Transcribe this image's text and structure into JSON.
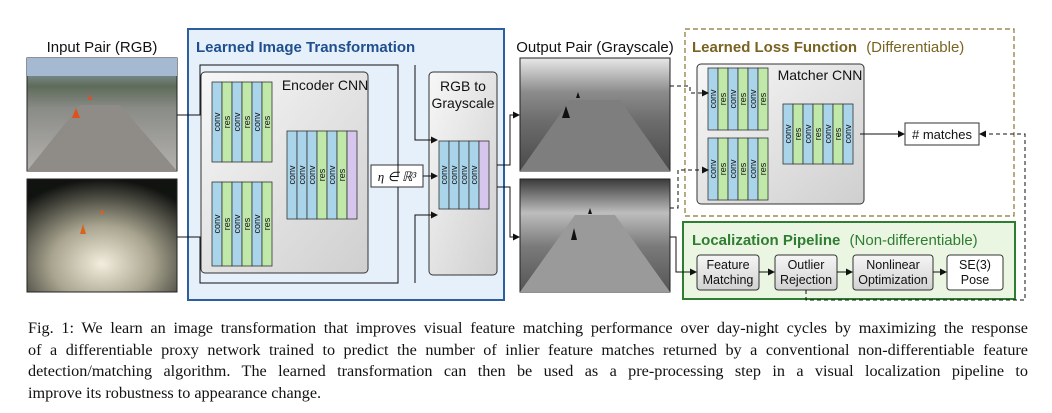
{
  "labels": {
    "input_pair": "Input Pair (RGB)",
    "learned_image_transformation": "Learned Image Transformation",
    "output_pair": "Output Pair (Grayscale)",
    "learned_loss_function": "Learned Loss Function",
    "learned_loss_function_note": "(Differentiable)",
    "encoder_cnn": "Encoder CNN",
    "rgb_to_grayscale_1": "RGB to",
    "rgb_to_grayscale_2": "Grayscale",
    "matcher_cnn": "Matcher CNN",
    "eta": "η ∈ ℝ³",
    "num_matches": "# matches",
    "localization_pipeline": "Localization Pipeline",
    "localization_pipeline_note": "(Non-differentiable)"
  },
  "layer_labels": {
    "conv": "conv",
    "res": "res"
  },
  "pipeline_steps": [
    [
      "Feature",
      "Matching"
    ],
    [
      "Outlier",
      "Rejection"
    ],
    [
      "Nonlinear",
      "Optimization"
    ],
    [
      "SE(3)",
      "Pose"
    ]
  ],
  "colors": {
    "conv": "#a9d4ea",
    "res": "#bfe8a9",
    "final": "#d6c6ee",
    "transformation_box_fill": "#e6f0fa",
    "transformation_box_stroke": "#2b5f9e",
    "transformation_title": "#1f4f8f",
    "loss_box_stroke": "#8a7431",
    "loss_title": "#7a6322",
    "localization_box_fill": "#eaf6e2",
    "localization_box_stroke": "#2e7d32",
    "localization_title": "#2e7d32"
  },
  "caption": {
    "lines": [
      "Fig. 1: We learn an image transformation that improves visual feature matching performance over day-night cycles by maximizing the response",
      "of a differentiable proxy network trained to predict the number of inlier feature matches returned by a conventional non-differentiable feature",
      "detection/matching algorithm. The learned transformation can then be used as a pre-processing step in a visual localization pipeline to",
      "improve its robustness to appearance change."
    ]
  }
}
